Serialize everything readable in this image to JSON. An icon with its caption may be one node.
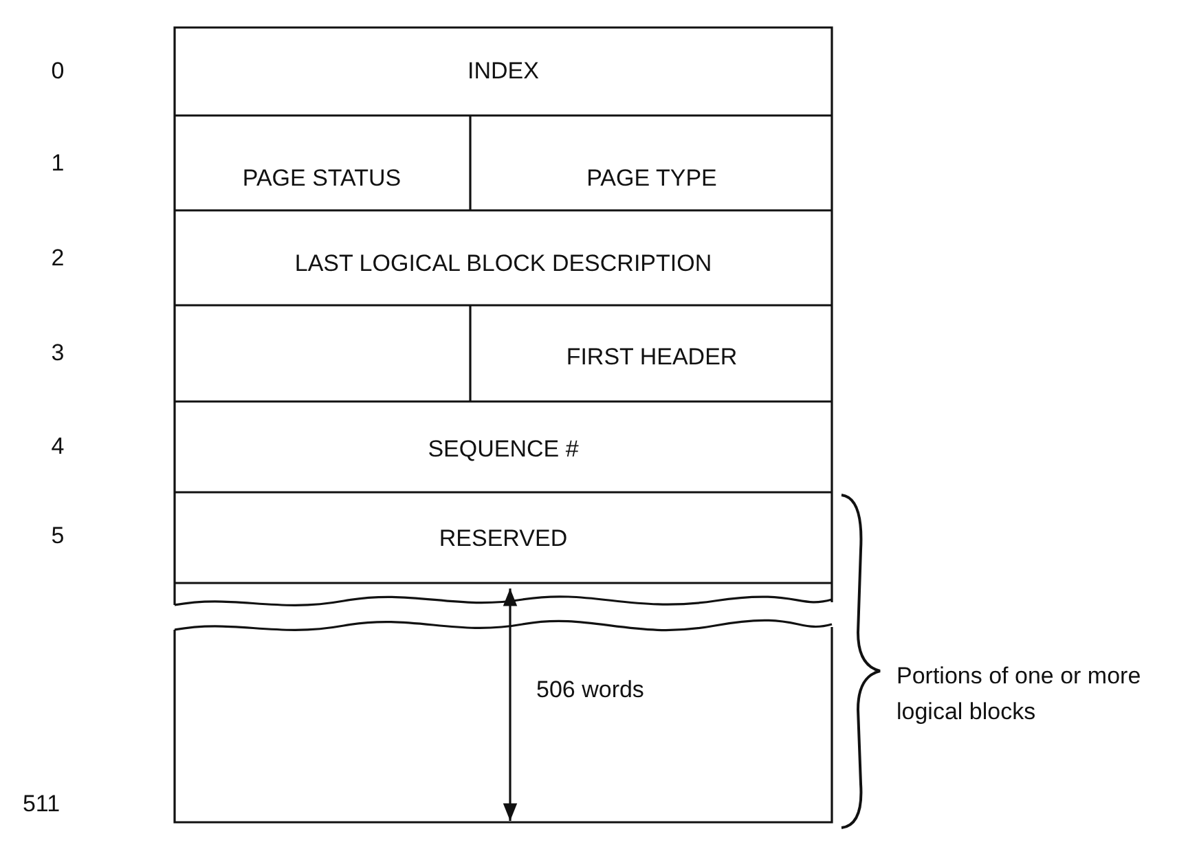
{
  "diagram": {
    "labels": [
      "0",
      "INDEX",
      "1",
      "PAGE STATUS",
      "PAGE TYPE",
      "2",
      "LAST LOGICAL BLOCK DESCRIPTION",
      "3",
      "FIRST HEADER",
      "4",
      "SEQUENCE #",
      "5",
      "RESERVED",
      "506 words",
      "511",
      "Portions of one or more logical blocks"
    ]
  }
}
